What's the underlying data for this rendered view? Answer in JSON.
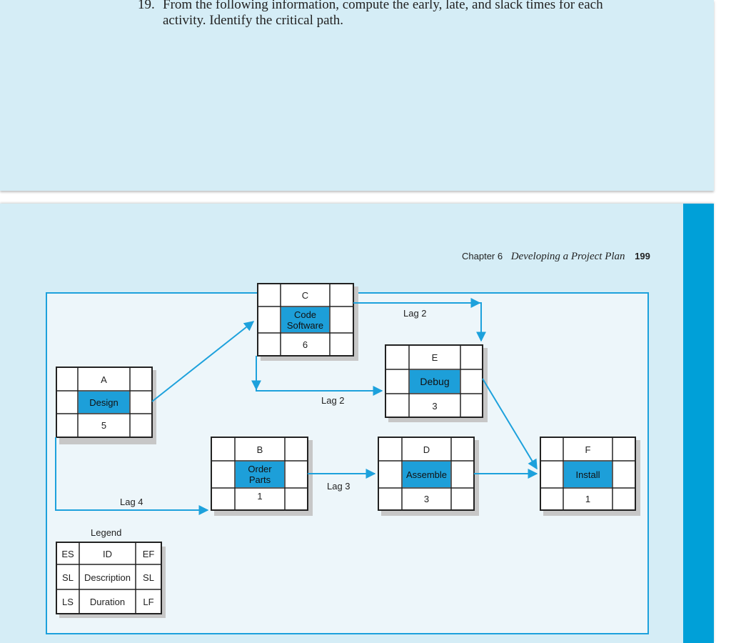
{
  "problem": {
    "number": "19.",
    "text": "From the following information, compute the early, late, and slack times for each activity. Identify the critical path."
  },
  "running_head": {
    "chapter": "Chapter 6",
    "title": "Developing a Project Plan",
    "page": "199"
  },
  "colors": {
    "page_bg": "#d5edf6",
    "accent": "#00a0d8",
    "line": "#1da1dc",
    "box_fill": "#1d9fd9"
  },
  "nodes": {
    "A": {
      "id": "A",
      "desc": "Design",
      "duration": "5"
    },
    "B": {
      "id": "B",
      "desc_line1": "Order",
      "desc_line2": "Parts",
      "duration": "1"
    },
    "C": {
      "id": "C",
      "desc_line1": "Code",
      "desc_line2": "Software",
      "duration": "6"
    },
    "D": {
      "id": "D",
      "desc": "Assemble",
      "duration": "3"
    },
    "E": {
      "id": "E",
      "desc": "Debug",
      "duration": "3"
    },
    "F": {
      "id": "F",
      "desc": "Install",
      "duration": "1"
    }
  },
  "lags": {
    "c_to_e": "Lag 2",
    "c_to_e_ss": "Lag 2",
    "b_to_d": "Lag 3",
    "a_to_b": "Lag 4"
  },
  "legend": {
    "title": "Legend",
    "es": "ES",
    "id": "ID",
    "ef": "EF",
    "sl": "SL",
    "description": "Description",
    "sl_right": "SL",
    "ls": "LS",
    "duration": "Duration",
    "lf": "LF"
  }
}
